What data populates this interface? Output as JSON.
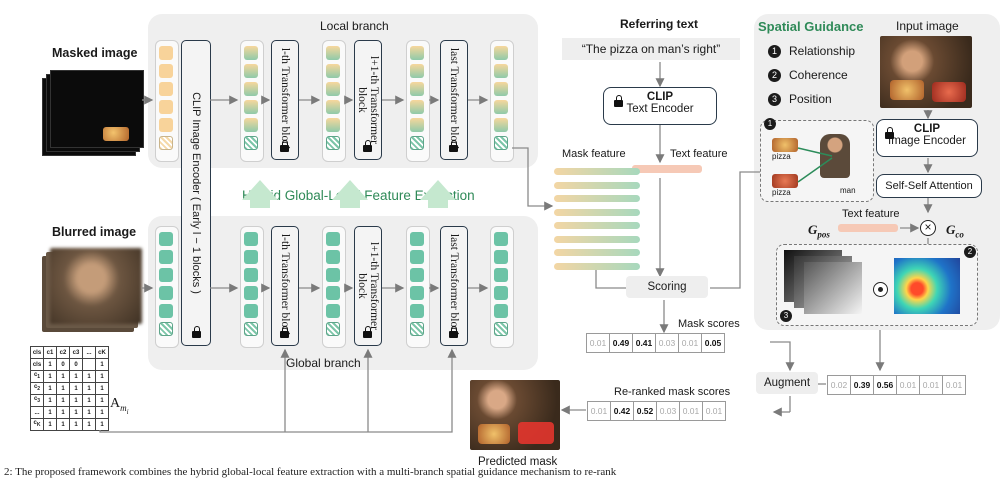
{
  "branches": {
    "local": "Local branch",
    "global": "Global branch",
    "hybrid": "Hybrid Global-Local Feature Extraction"
  },
  "inputs": {
    "masked": "Masked image",
    "blurred": "Blurred image"
  },
  "encoder_vertical": "CLIP Image Encoder ( Early l − 1 blocks )",
  "transformer": {
    "b1": "l-th Transformer block",
    "b2": "l+1-th Transformer block",
    "b3": "last Transformer block"
  },
  "text_side": {
    "referring_title": "Referring text",
    "referring_query": "“The pizza on man’s right”",
    "clip_text_line1": "CLIP",
    "clip_text_line2": "Text Encoder",
    "mask_feature": "Mask feature",
    "text_feature": "Text feature",
    "scoring": "Scoring",
    "mask_scores_label": "Mask scores"
  },
  "spatial": {
    "title": "Spatial Guidance",
    "items": [
      "Relationship",
      "Coherence",
      "Position"
    ],
    "nums": [
      "1",
      "2",
      "3"
    ],
    "input_image": "Input image",
    "clip_img_line1": "CLIP",
    "clip_img_line2": "Image Encoder",
    "ssa": "Self-Self Attention",
    "text_feature": "Text feature",
    "g_pos": "G",
    "g_pos_sub": "pos",
    "g_co": "G",
    "g_co_sub": "co",
    "pizza1": "pizza",
    "pizza2": "pizza",
    "man": "man"
  },
  "scores": {
    "mask": [
      "0.01",
      "0.49",
      "0.41",
      "0.03",
      "0.01",
      "0.05"
    ],
    "spatial": [
      "0.02",
      "0.39",
      "0.56",
      "0.01",
      "0.01",
      "0.01"
    ],
    "reranked": [
      "0.01",
      "0.42",
      "0.52",
      "0.03",
      "0.01",
      "0.01"
    ]
  },
  "augment": "Augment",
  "reranked_label": "Re-ranked mask scores",
  "predicted_mask": "Predicted mask",
  "attn_matrix": {
    "header": [
      "cls",
      "c1",
      "c2",
      "c3",
      "...",
      "cK"
    ],
    "row_labels": [
      "cls",
      "c1",
      "c2",
      "c3",
      "...",
      "cK"
    ],
    "label": "A",
    "label_sub": "m_i"
  },
  "caption_fragment": "2: The proposed framework combines the hybrid global-local feature extraction with a multi-branch spatial guidance mechanism to re-rank"
}
